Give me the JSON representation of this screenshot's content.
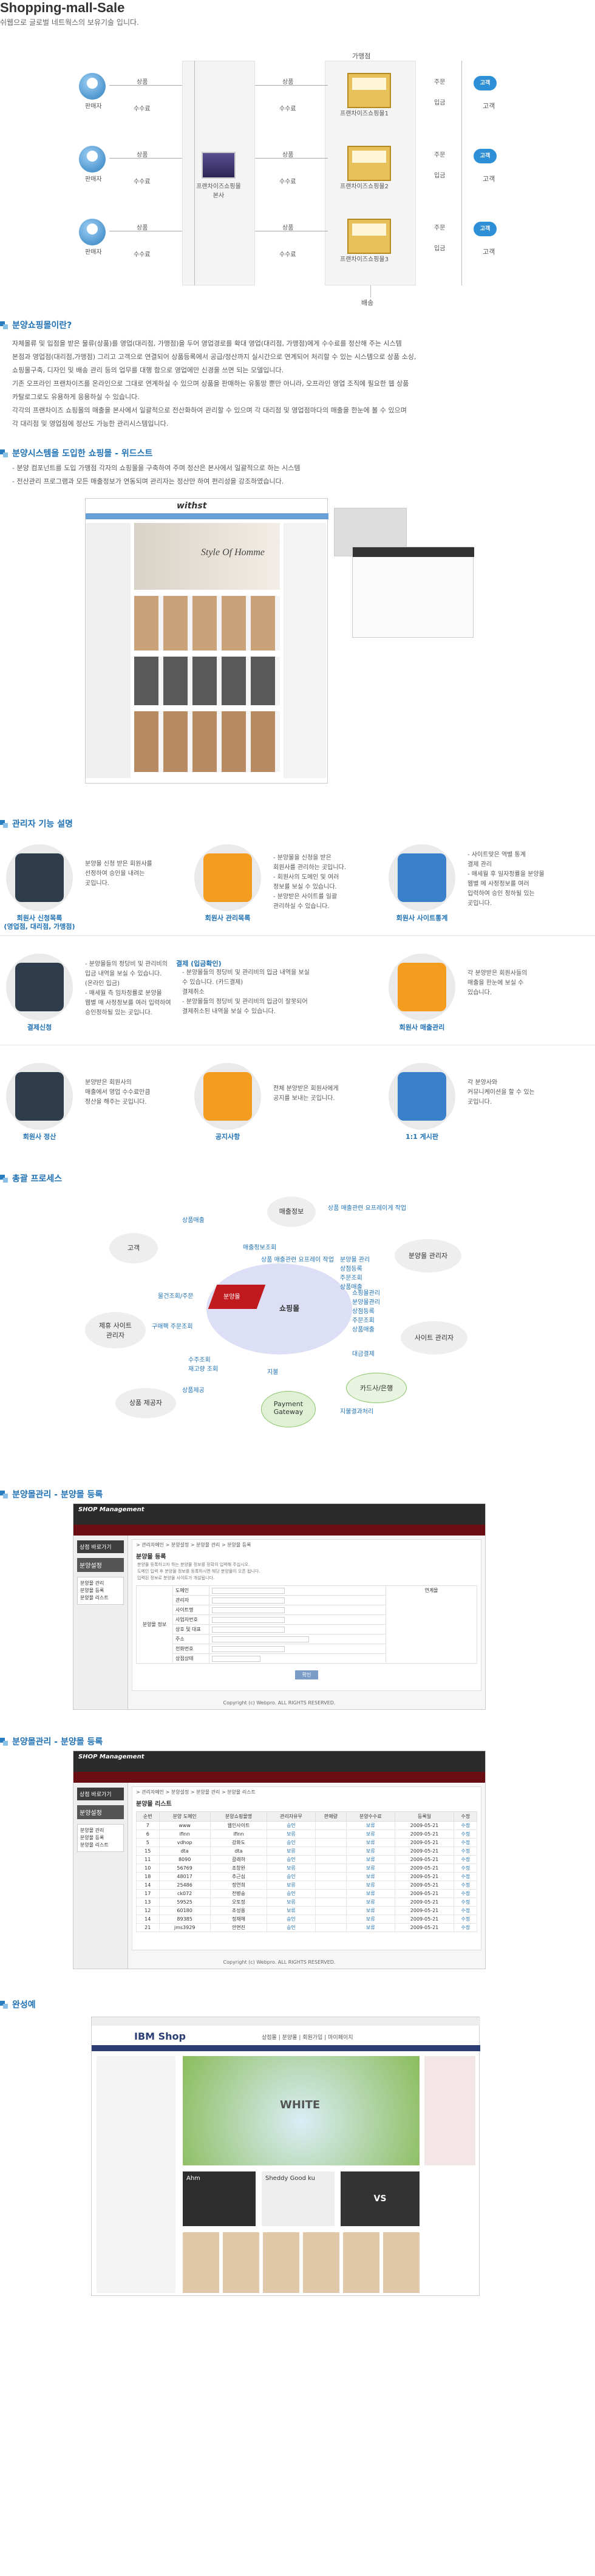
{
  "header": {
    "title": "Shopping-mall-Sale",
    "subtitle": "쉬웹으로 글로벌 네트웍스의 보유기술 입니다."
  },
  "flow": {
    "seller_label": "판매자",
    "hq_label": "프랜차이즈쇼핑몰\n본사",
    "franchise_label": "가맹점",
    "mall_labels": [
      "프랜차이즈쇼핑몰1",
      "프랜차이즈쇼핑몰2",
      "프랜차이즈쇼핑몰3"
    ],
    "customer_label": "고객",
    "delivery_label": "배송",
    "product_label": "상품",
    "fee_label": "수수료",
    "order_label": "주문",
    "pay_label": "입금",
    "cloud_label": "고객"
  },
  "section1": {
    "title": "분양쇼핑몰이란?",
    "lines": [
      "자체몰류 및 입점을 받은 물류(상품)를 영업(대리점, 가맹점)을 두어 영업경로를 확대 영업(대리점, 가맹점)에게 수수료를 정산해 주는 시스템",
      "본점과 영업점(대리점,가맹점) 그리고 고객으로 연결되어 상품등록에서 공급/정산까지 실시간으로 연계되어 처리할 수 있는 시스템으로 상품 소싱,",
      "쇼핑몰구축, 디자인 및 배송 관리 등의 업무를 대행 함으로 영업에만 신경을 쓰면 되는 모델입니다.",
      "기존 오프라인 프랜차이즈를 온라인으로 그대로 연계하실 수 있으며 상품을 판매하는 유통망 뿐만 아니라, 오프라인 영업 조직에 필요한 웹 상품",
      "카탈로그로도 유용하게 응용하실 수 있습니다.",
      "각각의 프랜차이즈 쇼핑몰의 매출을 본사에서 일괄적으로 전산화하여 관리할 수 있으며 각 대리점 및 영업점마다의 매출을 한눈에 볼 수 있으며",
      "각 대리점 및 영업점에 정산도 가능한 관리시스템입니다."
    ]
  },
  "section2": {
    "title": "분양시스템을 도입한 쇼핑몰 - 위드스트",
    "lines": [
      "- 분양 컴포넌트를 도입 가맹점 각자의 쇼핑몰을 구축하여 주며 정산은 본사에서 일괄적으로 하는 시스템",
      "- 전산관리 프로그램과 모든 매출정보가 연동되며 관리자는 정산만 하여 편리성을 강조하였습니다."
    ],
    "shop_logo": "withst",
    "banner_text": "Style Of Homme"
  },
  "section3": {
    "title": "관리자 기능 설명",
    "items": [
      {
        "title": "회원사 신청목록\n(영업점, 대리점, 가맹점)",
        "desc": "분양몰 신청 받은 회원사를\n선정하여 승인을 내려는\n곳입니다."
      },
      {
        "title": "회원사 관리목록",
        "desc": "- 분양몰을 신청을 받은\n  회원사를 관리하는 곳입니다.\n- 회원사의 도메인 및 여러\n  정보를 보실 수 있습니다.\n- 분양받은 사이트를 일괄\n  관리하실 수 있습니다."
      },
      {
        "title": "회원사 사이트통계",
        "desc": "- 사이트맞은 역별 통계\n  결제 관리\n- 매세월 후 일자정률을 분양몰\n  웹별 메 사정정보를 여러\n  입력하여 승인 정하될 있는\n  곳입니다."
      },
      {
        "title": "결제신청",
        "desc": "- 분양몰들의 정당비 및 관리비의\n  입금 내역을 보실 수 있습니다.\n  (온라인 입금)\n- 매세월 측 임차정률로 분양몰\n  웹별 매 사정정보를 여러 입력하여\n  승인정하될 있는 곳입니다."
      },
      {
        "title": "결제 (입금확인)",
        "desc": "- 분양몰들의 정당비 및 관리비의 입금 내역을 보실\n  수 있습니다. (카드결제)\n결제취소\n- 분양몰들의 정당비 및 관리비의 입금이 잘못되어\n  결제취소된 내역을 보실 수 있습니다."
      },
      {
        "title": "회원사 매출관리",
        "desc": "각 분양받은 회원사들의\n매출을 한눈에 보실 수\n있습니다."
      },
      {
        "title": "회원사 정산",
        "desc": "분양받은 회원사의\n매출에서 영업 수수료만큼\n정산을 해주는 곳입니다."
      },
      {
        "title": "공지사항",
        "desc": "전체 분양받은 회원사에게\n공지를 보내는 곳입니다."
      },
      {
        "title": "1:1 게시판",
        "desc": "각 분양사와\n커뮤니케이션을 할 수 있는\n곳입니다."
      }
    ]
  },
  "section4": {
    "title": "총괄 프로세스",
    "nodes": {
      "center": "쇼핑몰",
      "hq": "분양몰",
      "sales_info": "매출정보",
      "mall_admin": "분양몰 관리자",
      "site_admin": "사이트 관리자",
      "card_bank": "카드사/은행",
      "payment_gateway": "Payment\nGateway",
      "supplier": "상품 제공자",
      "mall_site_admin": "제휴 사이트\n관리자",
      "customer": "고객"
    },
    "labels": [
      "상품 매출관련 요프레이게 작업",
      "매출정보조회",
      "상품 매출관련 요프레이 작업",
      "분양몰 관리\n상점등록\n주문조회\n상품매출",
      "쇼핑몰관리\n분양몰관리\n상점등록\n주문조회\n상품매출",
      "대금결제",
      "지불결과처리",
      "지불",
      "수주조회\n재고량 조회",
      "상품제공",
      "구매팩 주문조회",
      "물건조회/주문",
      "상품매출"
    ]
  },
  "section5": {
    "title": "분양몰관리 - 분양몰 등록",
    "screen": {
      "brand": "SHOP Management",
      "side_title": "분양설정",
      "menu_label": "상점 바로가기",
      "sub_items": [
        "분양몰 관리",
        "분양몰 등록",
        "분양몰 리스트"
      ],
      "breadcrumb": "> 관리자메인 > 분양설정 > 분양몰 관리 > 분양몰 등록",
      "form_title": "분양몰 등록",
      "notes": [
        "분양몰 등록하고자 하는 분양몰 정보를 정확히 입력해 주십시오.",
        "도메인 입력 후 분양몰 정보를 등록하시면 해당 분양몰이 오픈 됩니다.",
        "입력된 정보로 분양몰 사이트가 개설됩니다."
      ],
      "fields": [
        "도메인",
        "관리자",
        "사이트명",
        "사업자번호",
        "상호 및 대표",
        "주소",
        "전화번호",
        "상점상태"
      ],
      "field_group": "분양몰 정보",
      "side_header": "연계몰",
      "button": "확인",
      "copyright": "Copyright (c) Webpro. ALL RIGHTS RESERVED."
    }
  },
  "section6": {
    "title": "분양몰관리 - 분양몰 등록",
    "screen": {
      "brand": "SHOP Management",
      "side_title": "분양설정",
      "menu_label": "상점 바로가기",
      "sub_items": [
        "분양몰 관리",
        "분양몰 등록",
        "분양몰 리스트"
      ],
      "breadcrumb": "> 관리자메인 > 분양설정 > 분양몰 관리 > 분양몰 리스트",
      "list_title": "분양몰 리스트",
      "columns": [
        "순번",
        "분양 도메인",
        "분양쇼핑몰명",
        "관리자유무",
        "판매량",
        "분양수수료",
        "등록일",
        "수정"
      ],
      "rows": [
        [
          "7",
          "www",
          "웹인사이트",
          "승인",
          "",
          "보류",
          "2009-05-21",
          "수정"
        ],
        [
          "6",
          "ifinn",
          "ifinn",
          "보류",
          "",
          "보류",
          "2009-05-21",
          "수정"
        ],
        [
          "5",
          "vdhop",
          "강화도",
          "승인",
          "",
          "보류",
          "2009-05-21",
          "수정"
        ],
        [
          "15",
          "dta",
          "dta",
          "보류",
          "",
          "보류",
          "2009-05-21",
          "수정"
        ],
        [
          "11",
          "8090",
          "갈래하",
          "승인",
          "",
          "보류",
          "2009-05-21",
          "수정"
        ],
        [
          "10",
          "56769",
          "조창완",
          "보류",
          "",
          "보류",
          "2009-05-21",
          "수정"
        ],
        [
          "18",
          "48017",
          "추근심",
          "승인",
          "",
          "보류",
          "2009-05-21",
          "수정"
        ],
        [
          "14",
          "25486",
          "정연희",
          "보류",
          "",
          "보류",
          "2009-05-21",
          "수정"
        ],
        [
          "17",
          "ck072",
          "전병숭",
          "승인",
          "",
          "보류",
          "2009-05-21",
          "수정"
        ],
        [
          "13",
          "59525",
          "오토정",
          "보류",
          "",
          "보류",
          "2009-05-21",
          "수정"
        ],
        [
          "12",
          "60180",
          "조성용",
          "보류",
          "",
          "보류",
          "2009-05-21",
          "수정"
        ],
        [
          "14",
          "89385",
          "정재해",
          "승인",
          "",
          "보류",
          "2009-05-21",
          "수정"
        ],
        [
          "21",
          "jms3929",
          "안면진",
          "승인",
          "",
          "보류",
          "2009-05-21",
          "수정"
        ]
      ],
      "copyright": "Copyright (c) Webpro. ALL RIGHTS RESERVED."
    }
  },
  "section7": {
    "title": "완성예",
    "shop_name": "IBM Shop",
    "nav": [
      "상점몰",
      "분양몰",
      "회원가입",
      "마이페이지"
    ],
    "promo": [
      "WHITE",
      "Ahm",
      "Sheddy Good ku",
      "VS"
    ]
  },
  "colors": {
    "accent": "#2273b5",
    "admin_dark": "#2b2b2b",
    "admin_nav": "#6b0e13"
  }
}
